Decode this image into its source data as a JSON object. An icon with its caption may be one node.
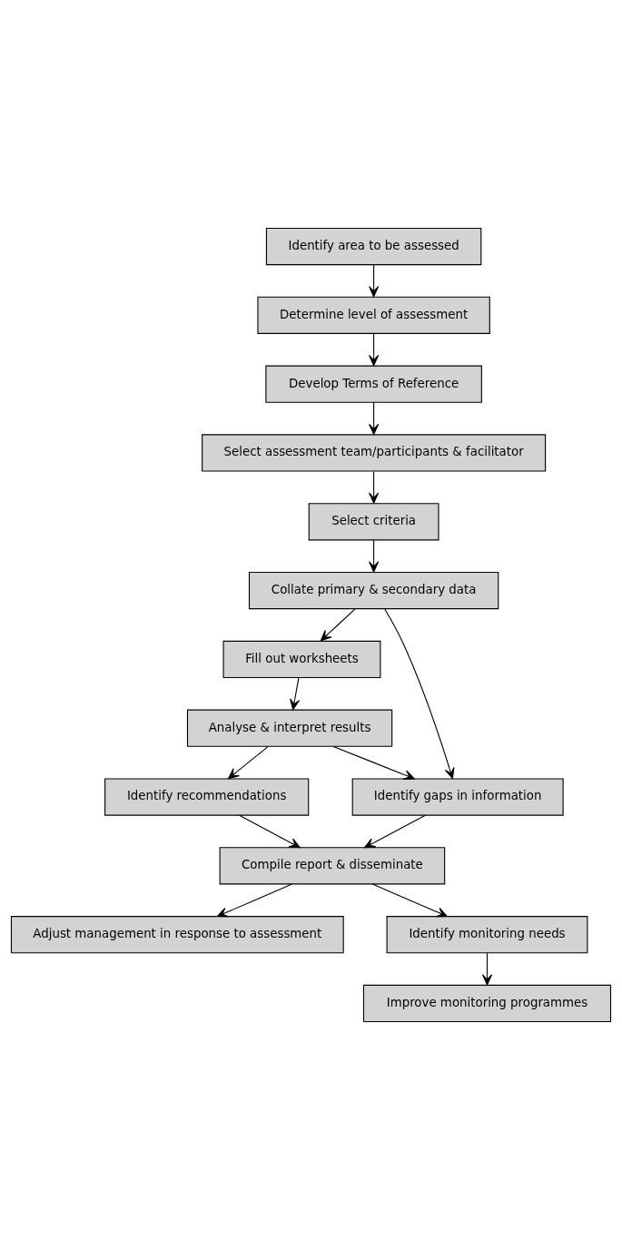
{
  "diagram": {
    "nodes": [
      {
        "text": [
          "Identify area to be assessed"
        ]
      },
      {
        "text": [
          "Determine level of assessment"
        ]
      },
      {
        "text": [
          "Develop Terms of Reference"
        ]
      },
      {
        "text": [
          "Select assessment team/participants & facilitator"
        ]
      },
      {
        "text": [
          "Select criteria"
        ]
      },
      {
        "text": [
          "Collate primary & secondary data"
        ]
      },
      {
        "text": [
          "Fill out worksheets"
        ]
      },
      {
        "text": [
          "Analyse & interpret results"
        ]
      },
      {
        "text": [
          "Identify recommendations"
        ]
      },
      {
        "text": [
          "Identify gaps in information"
        ]
      },
      {
        "text": [
          "Compile report & disseminate"
        ]
      },
      {
        "text": [
          "Adjust management in response to assessment"
        ]
      },
      {
        "text": [
          "Identify monitoring needs"
        ]
      },
      {
        "text": [
          "Improve monitoring programmes"
        ]
      }
    ],
    "edges": [
      {
        "from": 0,
        "to": 1,
        "arrow": "to"
      },
      {
        "from": 1,
        "to": 2,
        "arrow": "to"
      },
      {
        "from": 2,
        "to": 3,
        "arrow": "to"
      },
      {
        "from": 3,
        "to": 4,
        "arrow": "to"
      },
      {
        "from": 4,
        "to": 5,
        "arrow": "to"
      },
      {
        "from": 5,
        "to": 6,
        "arrow": "to"
      },
      {
        "from": 6,
        "to": 7,
        "arrow": "to"
      },
      {
        "from": 5,
        "to": 9,
        "arrow": "to"
      },
      {
        "from": 7,
        "to": 8,
        "arrow": "to"
      },
      {
        "from": 7,
        "to": 9,
        "arrow": "to"
      },
      {
        "from": 8,
        "to": 10,
        "arrow": "to"
      },
      {
        "from": 9,
        "to": 10,
        "arrow": "to"
      },
      {
        "from": 10,
        "to": 11,
        "arrow": "to"
      },
      {
        "from": 10,
        "to": 12,
        "arrow": "to"
      },
      {
        "from": 12,
        "to": 13,
        "arrow": "to"
      }
    ]
  }
}
